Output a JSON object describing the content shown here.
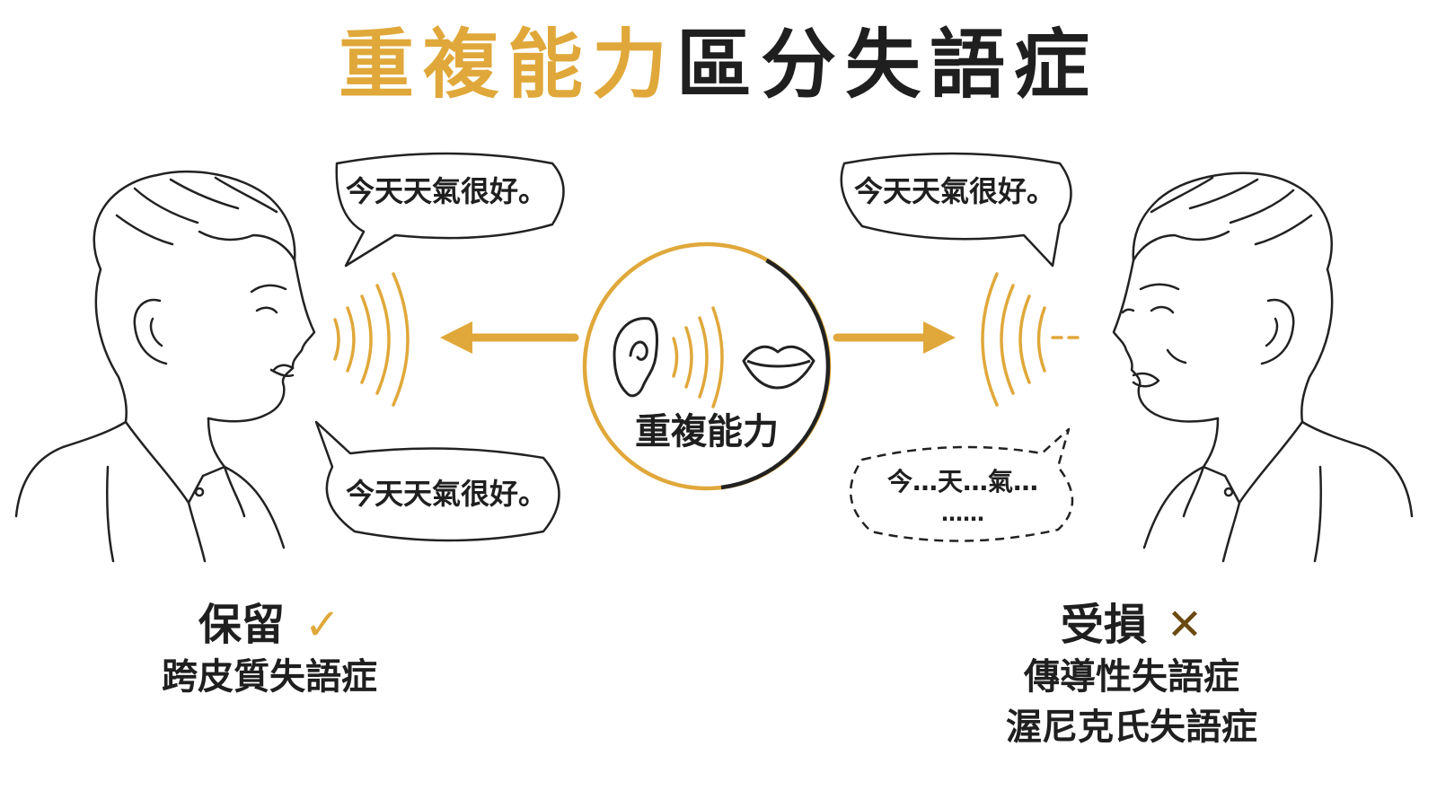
{
  "title": {
    "highlight": "重複能力",
    "rest": "區分失語症"
  },
  "center": {
    "label": "重複能力"
  },
  "left": {
    "bubble_top": "今天天氣很好。",
    "bubble_bottom": "今天天氣很好。",
    "status": "保留",
    "status_icon": "check-icon",
    "status_mark": "✓",
    "aphasia_types": [
      "跨皮質失語症"
    ]
  },
  "right": {
    "bubble_top": "今天天氣很好。",
    "bubble_bottom_line1": "今…天…氣…",
    "bubble_bottom_line2": "……",
    "status": "受損",
    "status_icon": "cross-icon",
    "status_mark": "✕",
    "aphasia_types": [
      "傳導性失語症",
      "渥尼克氏失語症"
    ]
  },
  "colors": {
    "accent": "#E0A83A",
    "ink": "#1f1f1f",
    "cross": "#6B4A12"
  }
}
